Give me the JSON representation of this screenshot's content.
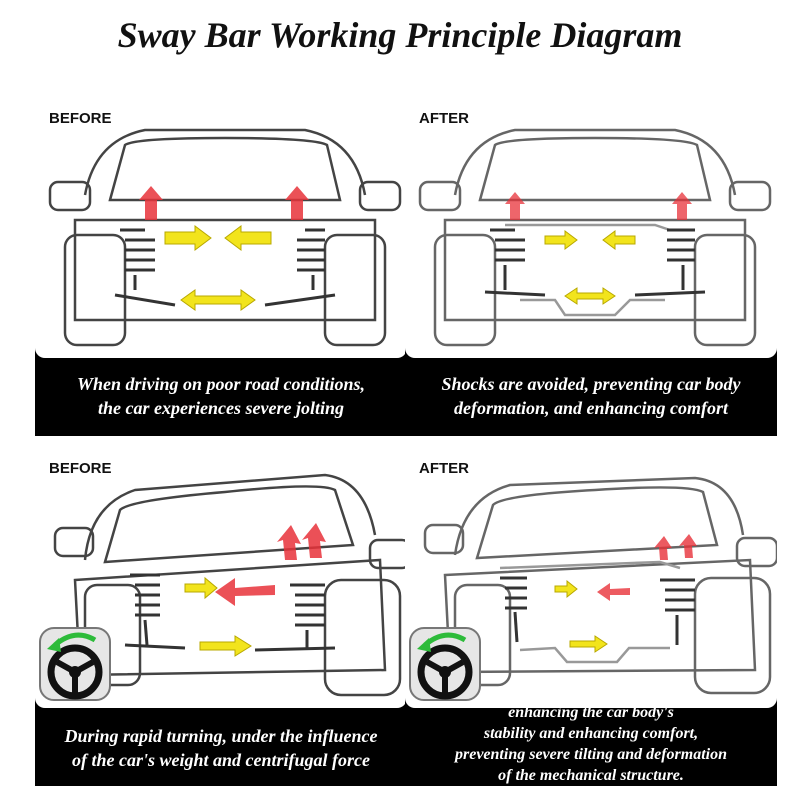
{
  "title": "Sway Bar Working Principle Diagram",
  "panels": [
    {
      "label": "BEFORE",
      "caption": [
        "When driving on poor road conditions,",
        "the car experiences severe jolting"
      ]
    },
    {
      "label": "AFTER",
      "caption": [
        "Shocks are avoided, preventing car body",
        "deformation, and enhancing comfort"
      ]
    },
    {
      "label": "BEFORE",
      "caption": [
        "During rapid turning, under the influence",
        "of the car's weight and centrifugal force"
      ]
    },
    {
      "label": "AFTER",
      "caption": [
        "enhancing the car body's",
        "stability and enhancing comfort,",
        "preventing severe tilting and deformation",
        "of the mechanical structure."
      ]
    }
  ],
  "colors": {
    "arrow_red": "#e8323a",
    "arrow_yellow": "#f2e41c",
    "wheel_icon_arrow": "#2dbb3a"
  },
  "icons": [
    "steering-wheel-icon",
    "rotation-arrow-icon"
  ]
}
